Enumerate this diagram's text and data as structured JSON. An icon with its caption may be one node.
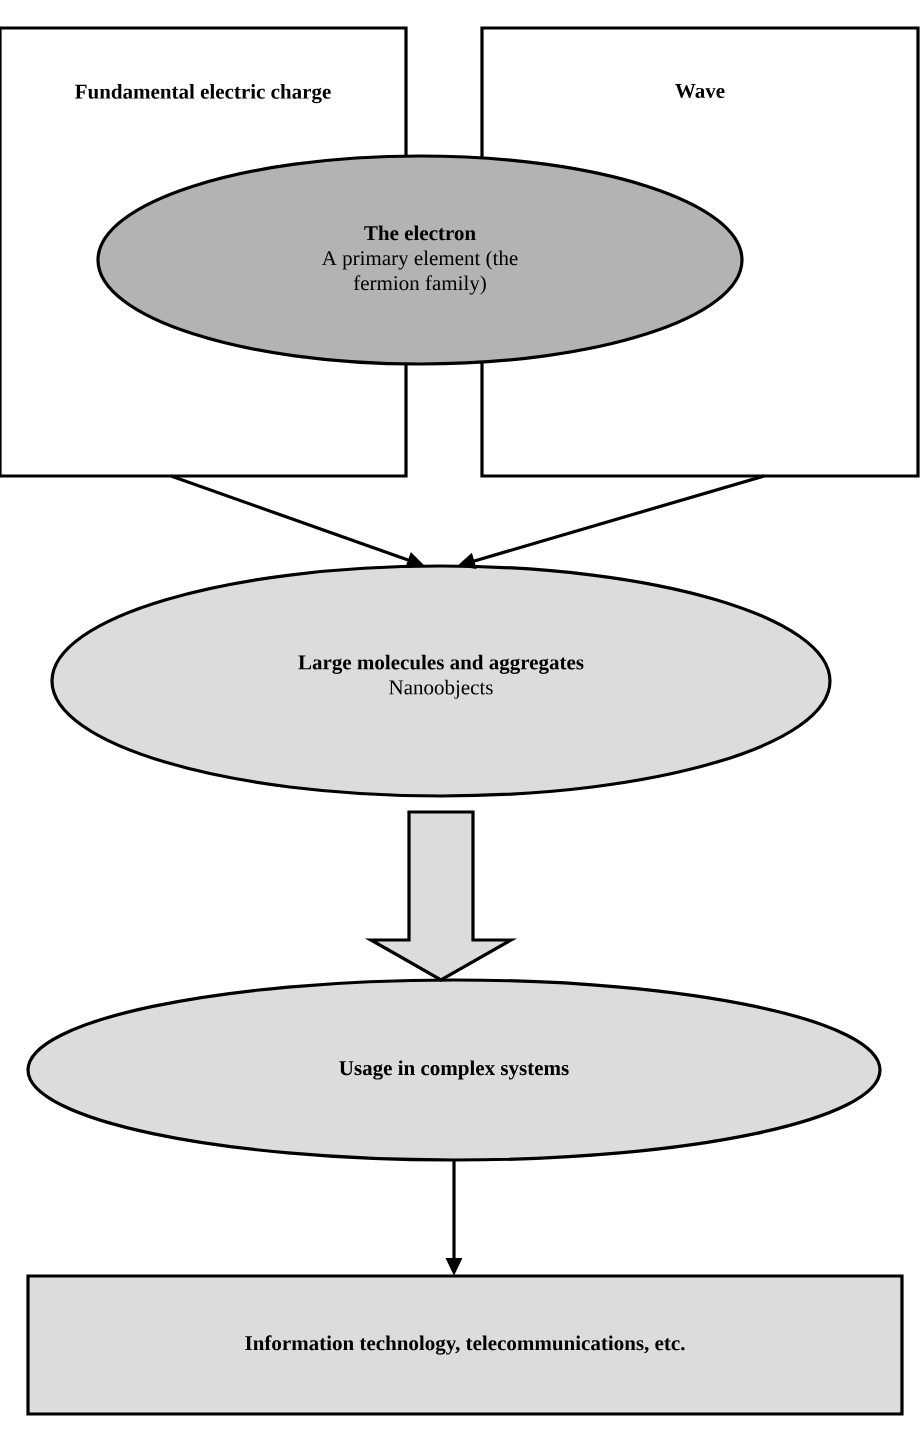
{
  "diagram": {
    "nodes": [
      {
        "text": [
          "Fundamental electric charge"
        ]
      },
      {
        "text": [
          "Wave"
        ]
      },
      {
        "text": [
          "The electron",
          "A primary element (the fermion family)"
        ]
      },
      {
        "text": [
          "Large molecules and aggregates",
          "Nanoobjects"
        ]
      },
      {
        "text": [
          "Usage in complex systems"
        ]
      },
      {
        "text": [
          "Information technology, telecommunications, etc."
        ]
      }
    ],
    "edges": [
      {
        "from": 0,
        "to": 3,
        "arrow": "to"
      },
      {
        "from": 1,
        "to": 3,
        "arrow": "to"
      },
      {
        "from": 3,
        "to": 4,
        "arrow": "to",
        "style": "thick"
      },
      {
        "from": 4,
        "to": 5,
        "arrow": "to"
      }
    ]
  }
}
